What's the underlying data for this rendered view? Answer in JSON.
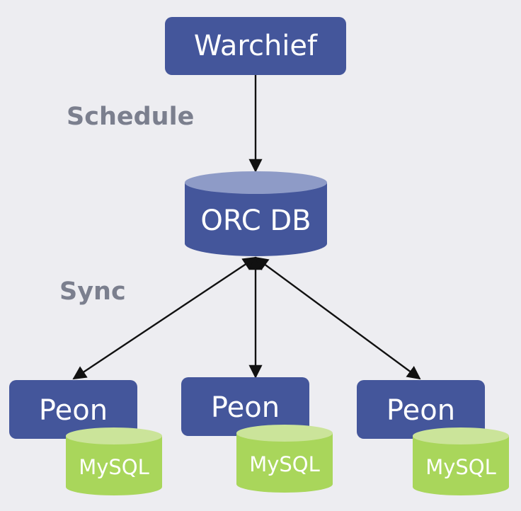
{
  "nodes": {
    "warchief": "Warchief",
    "orc_db": "ORC DB",
    "peons": [
      "Peon",
      "Peon",
      "Peon"
    ],
    "mysql": [
      "MySQL",
      "MySQL",
      "MySQL"
    ]
  },
  "edge_labels": {
    "schedule": "Schedule",
    "sync": "Sync"
  },
  "colors": {
    "node_fill": "#44569b",
    "db_top": "#8e9bc7",
    "mysql_body": "#a9d65b",
    "mysql_top": "#cbe49a",
    "label_text": "#7b7f8e",
    "background": "#ededf1"
  }
}
